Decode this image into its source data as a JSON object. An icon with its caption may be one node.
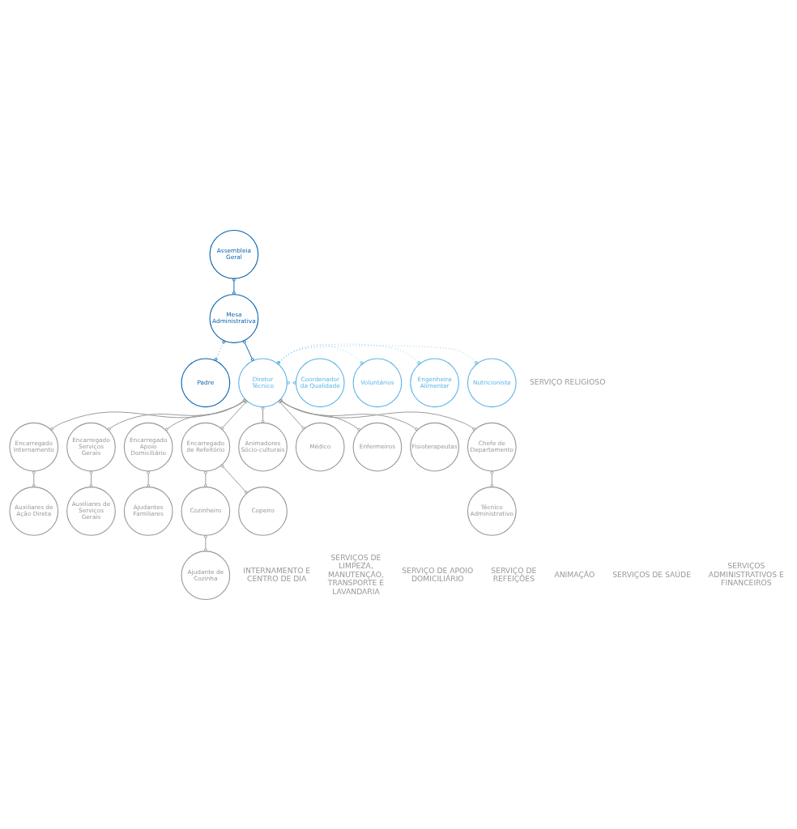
{
  "diagram": {
    "nodes": [
      {
        "text": [
          "Assembleia Geral"
        ]
      },
      {
        "text": [
          "Mesa Administrativa"
        ]
      },
      {
        "text": [
          "Padre"
        ]
      },
      {
        "text": [
          "Diretor Técnico"
        ]
      },
      {
        "text": [
          "Nutricionista"
        ]
      },
      {
        "text": [
          "Engenheira Alimentar"
        ]
      },
      {
        "text": [
          "Voluntários"
        ]
      },
      {
        "text": [
          "Coordenador da Qualidade"
        ]
      },
      {
        "text": [
          "Encarregado Internamento"
        ]
      },
      {
        "text": [
          "Encarregado Serviços Gerais"
        ]
      },
      {
        "text": [
          "Encarregado Apoio Domiciliário"
        ]
      },
      {
        "text": [
          "Encarregado de Refeitório"
        ]
      },
      {
        "text": [
          "Animadores Sócio-culturais"
        ]
      },
      {
        "text": [
          "Médico"
        ]
      },
      {
        "text": [
          "Enfermeiros"
        ]
      },
      {
        "text": [
          "Fisioterapeutas"
        ]
      },
      {
        "text": [
          "Chefe de Departamento"
        ]
      },
      {
        "text": [
          "Auxiliares de Ação Direta"
        ]
      },
      {
        "text": [
          "Auxiliares de Serviços Gerais"
        ]
      },
      {
        "text": [
          "Ajudantes Familiares"
        ]
      },
      {
        "text": [
          "Cozinheiro"
        ]
      },
      {
        "text": [
          "Copeiro"
        ]
      },
      {
        "text": [
          "Técnico Administrativo"
        ]
      },
      {
        "text": [
          "Ajudante de Cozinha"
        ]
      }
    ],
    "edges": [
      {
        "from": 0,
        "to": 1,
        "arrow": "other",
        "color": "#0a64ad"
      },
      {
        "from": 1,
        "to": 2,
        "arrow": "other",
        "style": "dashed",
        "color": "#0a64ad"
      },
      {
        "from": 1,
        "to": 3,
        "arrow": "other",
        "color": "#0a64ad"
      },
      {
        "from": 3,
        "to": 4,
        "arrow": "other",
        "style": "dashed",
        "color": "#5ab4e8"
      },
      {
        "from": 3,
        "to": 5,
        "arrow": "other",
        "style": "dashed",
        "color": "#5ab4e8"
      },
      {
        "from": 3,
        "to": 6,
        "arrow": "other",
        "style": "dashed",
        "color": "#5ab4e8"
      },
      {
        "from": 3,
        "to": 7,
        "arrow": "other",
        "style": "dashed",
        "color": "#5ab4e8"
      },
      {
        "from": 3,
        "to": 8,
        "arrow": "other"
      },
      {
        "from": 3,
        "to": 9,
        "arrow": "other"
      },
      {
        "from": 3,
        "to": 10,
        "arrow": "other"
      },
      {
        "from": 3,
        "to": 11,
        "arrow": "other"
      },
      {
        "from": 3,
        "to": 12,
        "arrow": "other"
      },
      {
        "from": 3,
        "to": 13,
        "arrow": "other"
      },
      {
        "from": 3,
        "to": 14,
        "arrow": "other"
      },
      {
        "from": 3,
        "to": 15,
        "arrow": "other"
      },
      {
        "from": 3,
        "to": 16,
        "arrow": "other"
      },
      {
        "from": 8,
        "to": 17,
        "arrow": "other"
      },
      {
        "from": 9,
        "to": 18,
        "arrow": "other"
      },
      {
        "from": 10,
        "to": 19,
        "arrow": "other"
      },
      {
        "from": 11,
        "to": 20,
        "arrow": "other"
      },
      {
        "from": 11,
        "to": 21,
        "arrow": "other"
      },
      {
        "from": 16,
        "to": 22,
        "arrow": "other"
      },
      {
        "from": 20,
        "to": 23,
        "arrow": "other"
      }
    ],
    "labels": [
      "SERVIÇO RELIGIOSO",
      "INTERNAMENTO E CENTRO DE DIA",
      "SERVIÇOS DE LIMPEZA, MANUTENÇÃO, TRANSPORTE E LAVANDARIA",
      "SERVIÇO DE APOIO DOMICILIÁRIO",
      "SERVIÇO DE REFEIÇÕES",
      "ANIMAÇÃO",
      "SERVIÇOS DE SAÚDE",
      "SERVIÇOS ADMINISTRATIVOS E FINANCEIROS"
    ]
  }
}
